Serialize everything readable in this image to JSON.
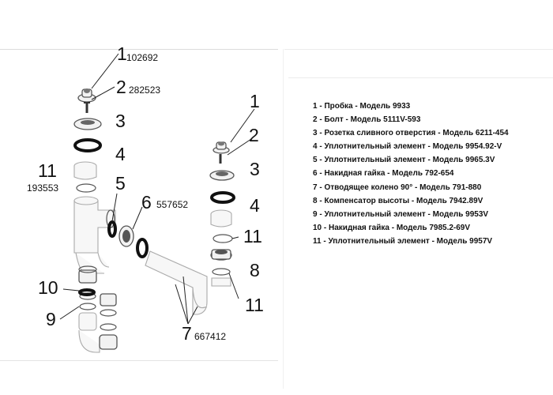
{
  "labels": {
    "n1": "1",
    "n2": "2",
    "n3": "3",
    "n4": "4",
    "n5": "5",
    "n6": "6",
    "n7": "7",
    "n8": "8",
    "n9": "9",
    "n10": "10",
    "n11": "11"
  },
  "codes": {
    "c1": "102692",
    "c2": "282523",
    "c6": "557652",
    "c11": "193553",
    "c7": "667412"
  },
  "legend": [
    "1 - Пробка - Модель 9933",
    "2 - Болт - Модель 5111V-593",
    "3 - Розетка сливного отверстия - Модель 6211-454",
    "4 - Уплотнительный элемент - Модель 9954.92-V",
    "5 - Уплотнительный элемент - Модель 9965.3V",
    "6 - Накидная гайка - Модель 792-654",
    "7 - Отводящее колено 90° - Модель 791-880",
    "8 - Компенсатор высоты - Модель 7942.89V",
    "9 - Уплотнительный элемент - Модель 9953V",
    "10 - Накидная гайка - Модель 7985.2-69V",
    "11 - Уплотнительный элемент - Модель 9957V"
  ]
}
